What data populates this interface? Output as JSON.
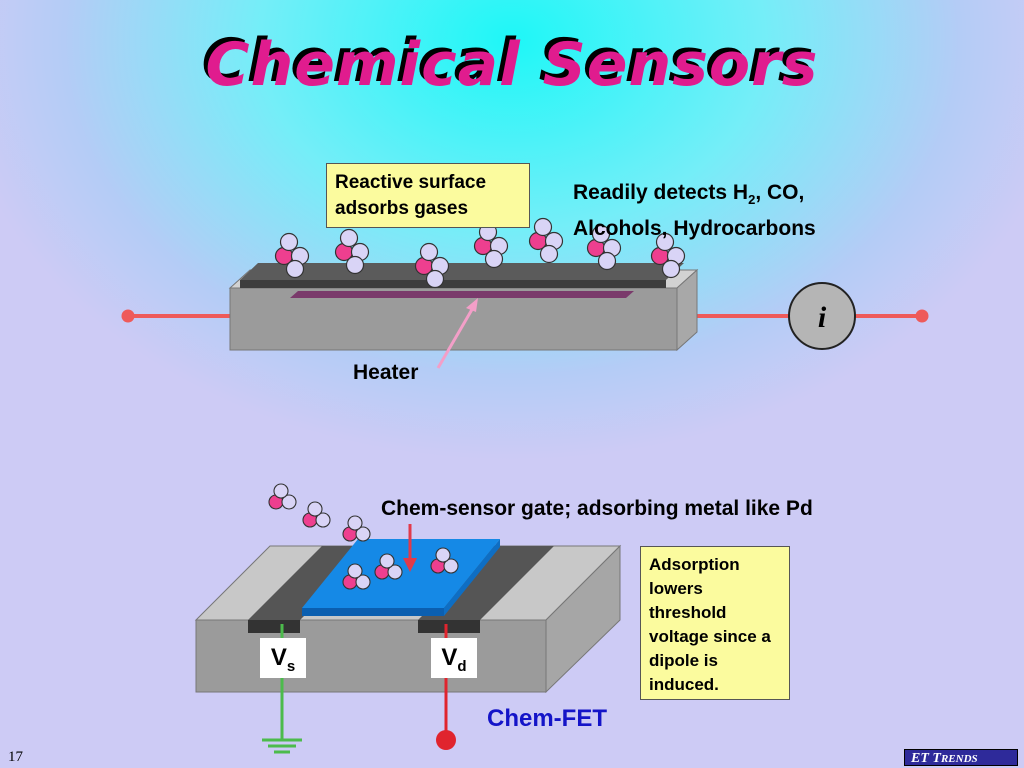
{
  "slide": {
    "title": "Chemical Sensors",
    "number": "17"
  },
  "top_sensor": {
    "callout_box": "Reactive surface adsorbs gases",
    "detects_line1_prefix": "Readily detects H",
    "detects_line1_sub": "2",
    "detects_line1_suffix": ", CO,",
    "detects_line2": "Alcohols, Hydrocarbons",
    "heater_label": "Heater",
    "current_symbol": "i"
  },
  "chem_fet": {
    "gate_label": "Chem-sensor gate; adsorbing metal like Pd",
    "note_box": "Adsorption lowers threshold voltage since a dipole is induced.",
    "vs_main": "V",
    "vs_sub": "s",
    "vd_main": "V",
    "vd_sub": "d",
    "caption": "Chem-FET"
  },
  "logo": {
    "part1": "ET",
    "part2": "T",
    "part3": "RENDS"
  },
  "colors": {
    "title": "#e01c8e",
    "pink_atom": "#ee3f8f",
    "lavender_atom": "#d9d4f6",
    "wire_red": "#ee5a5a",
    "gate_blue": "#1589e6",
    "callout_yellow": "#fbfb9e",
    "caption_blue": "#1414c8"
  }
}
